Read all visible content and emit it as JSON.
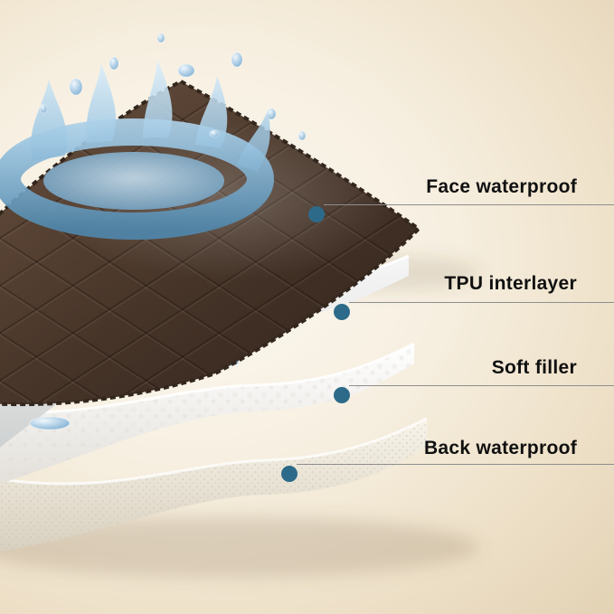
{
  "callouts": [
    {
      "label": "Face waterproof"
    },
    {
      "label": "TPU interlayer"
    },
    {
      "label": "Soft filler"
    },
    {
      "label": "Back waterproof"
    }
  ],
  "colors": {
    "background_center": "#fbf7ee",
    "background_edge": "#e2d1b3",
    "face_layer_brown": "#4f3a2c",
    "face_layer_dark": "#31241b",
    "tpu_layer": "#e8e9e9",
    "soft_filler": "#f6f4f1",
    "back_layer": "#ece5d6",
    "water_light": "#d9ecf8",
    "water_dark": "#4d88ad",
    "callout_dot": "#2d6a89",
    "callout_line": "#8e8e8e",
    "label_text": "#101010"
  }
}
